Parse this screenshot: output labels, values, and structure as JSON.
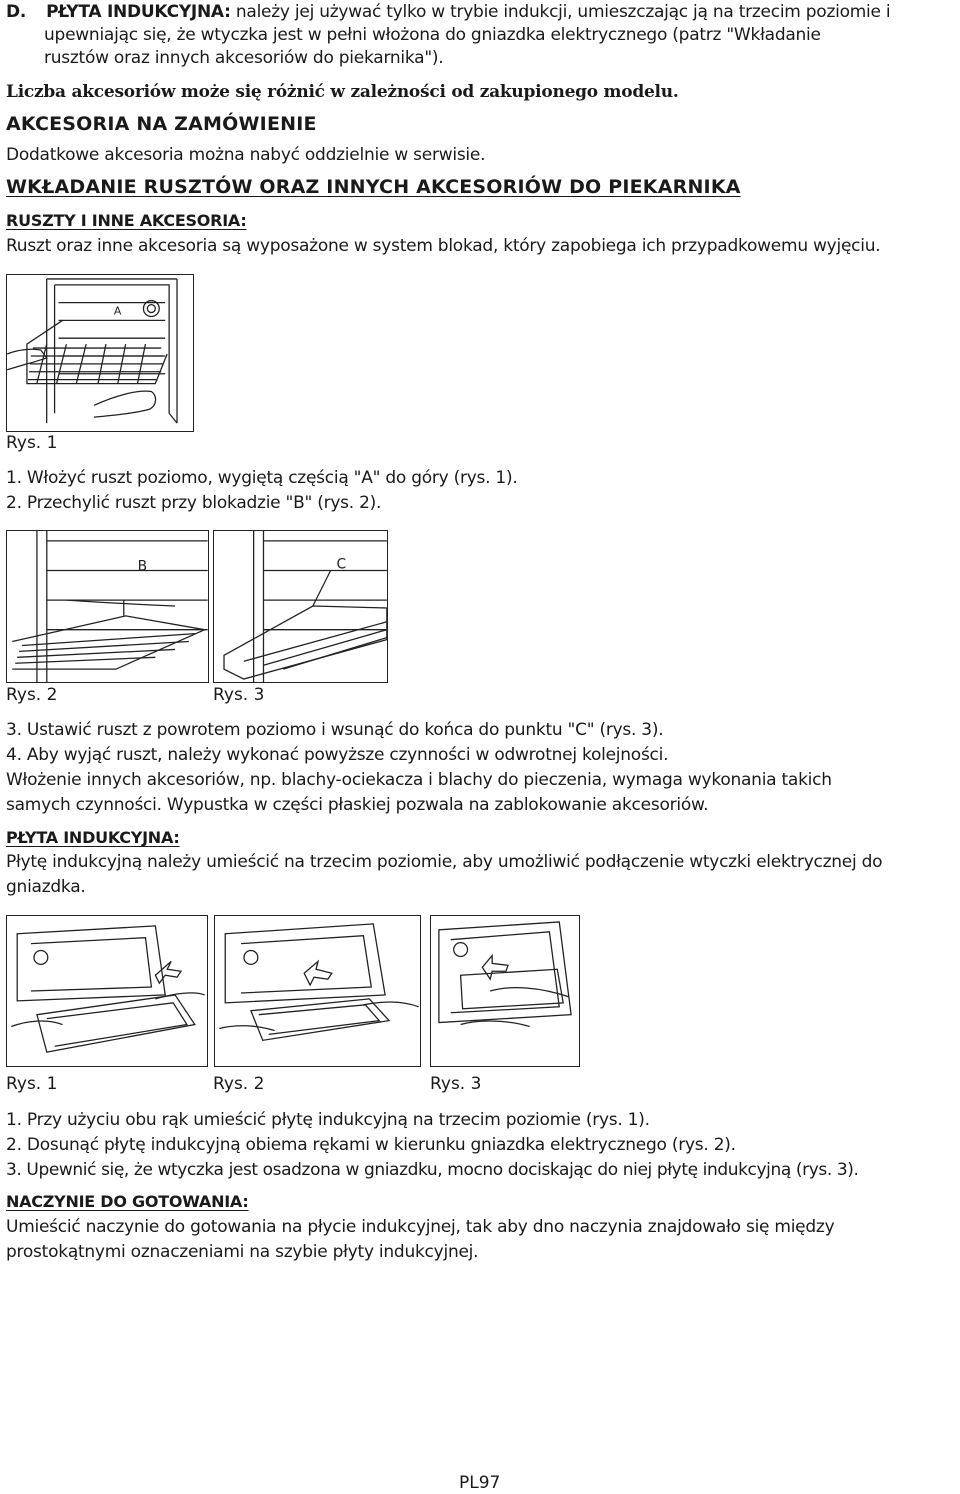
{
  "section_d": {
    "letter": "D.",
    "lead": "PŁYTA INDUKCYJNA:",
    "line1": " należy jej używać tylko w trybie indukcji, umieszczając ją na trzecim poziomie i",
    "line2": "upewniając się, że wtyczka jest w pełni włożona do gniazdka elektrycznego (patrz \"Wkładanie",
    "line3": "rusztów oraz innych akcesoriów do piekarnika\")."
  },
  "note_bold": "Liczba akcesoriów może się różnić w zależności od zakupionego modelu.",
  "accessories_order": {
    "heading": "AKCESORIA NA ZAMÓWIENIE",
    "text": "Dodatkowe akcesoria można nabyć oddzielnie w serwisie."
  },
  "inserting": {
    "heading": "WKŁADANIE RUSZTÓW ORAZ INNYCH AKCESORIÓW DO PIEKARNIKA",
    "sub_heading": "RUSZTY I INNE AKCESORIA:",
    "text": "Ruszt oraz inne akcesoria są wyposażone w system blokad, który zapobiega ich przypadkowemu wyjęciu.",
    "fig1_label_a": "A",
    "fig1_caption": "Rys. 1",
    "step1": "1.  Włożyć ruszt poziomo, wygiętą częścią \"A\" do góry (rys. 1).",
    "step2": "2.  Przechylić ruszt przy blokadzie \"B\" (rys. 2).",
    "fig2_label": "B",
    "fig3_label": "C",
    "fig2_caption": "Rys. 2",
    "fig3_caption": "Rys. 3",
    "step3": "3.  Ustawić ruszt z powrotem poziomo i wsunąć do końca do punktu \"C\" (rys. 3).",
    "step4": "4.  Aby wyjąć ruszt, należy wykonać powyższe czynności w odwrotnej kolejności.",
    "other_line1": "Włożenie innych akcesoriów, np. blachy-ociekacza i blachy do pieczenia, wymaga wykonania takich",
    "other_line2": "samych czynności. Wypustka w części płaskiej pozwala na zablokowanie akcesoriów."
  },
  "induction": {
    "heading": "PŁYTA INDUKCYJNA:",
    "line1": "Płytę indukcyjną należy umieścić na trzecim poziomie, aby umożliwić podłączenie wtyczki elektrycznej do",
    "line2": "gniazdka.",
    "fig1_caption": "Rys. 1",
    "fig2_caption": "Rys. 2",
    "fig3_caption": "Rys. 3",
    "step1": "1.  Przy użyciu obu rąk umieścić płytę indukcyjną na trzecim poziomie (rys. 1).",
    "step2": "2.  Dosunąć płytę indukcyjną obiema rękami w kierunku gniazdka elektrycznego (rys. 2).",
    "step3": "3.  Upewnić się, że wtyczka jest osadzona w gniazdku, mocno dociskając do niej płytę indukcyjną (rys. 3)."
  },
  "cookware": {
    "heading": "NACZYNIE DO GOTOWANIA:",
    "line1": "Umieścić naczynie do gotowania na płycie indukcyjnej, tak aby dno naczynia znajdowało się między",
    "line2": "prostokątnymi oznaczeniami na szybie płyty indukcyjnej."
  },
  "footer": {
    "page": "PL97"
  },
  "colors": {
    "text": "#1a1a1a",
    "line_art": "#222222"
  }
}
